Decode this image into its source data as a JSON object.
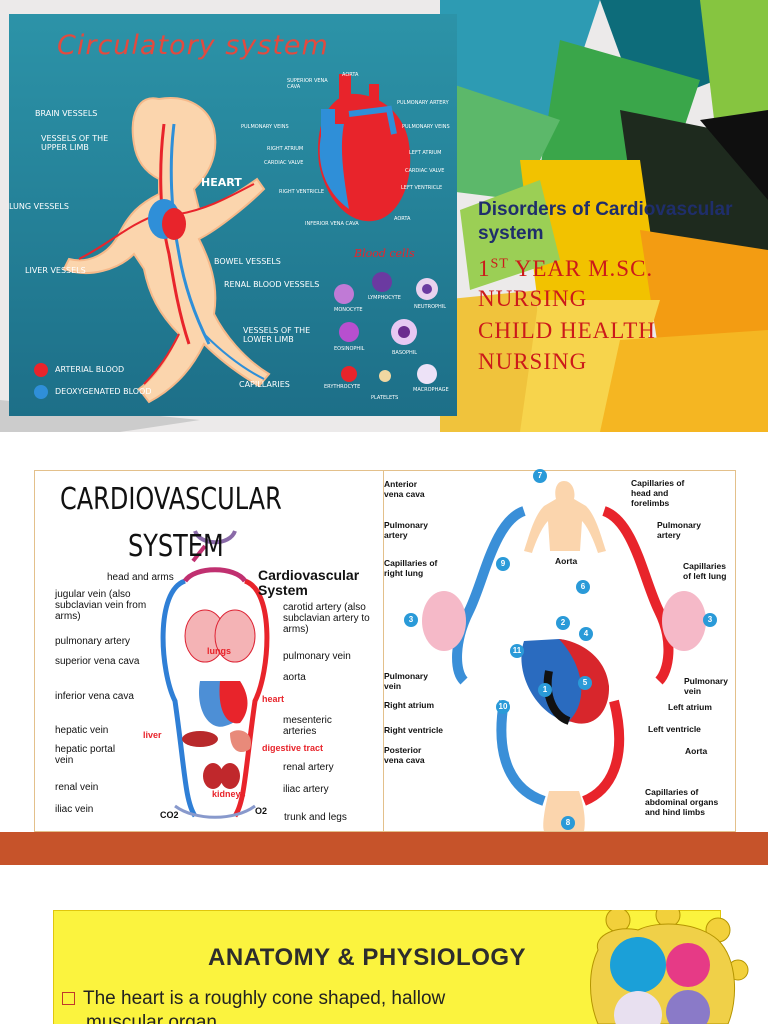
{
  "slide1": {
    "illustration": {
      "title": "Circulatory system",
      "body_labels": {
        "brain_vessels": "BRAIN VESSELS",
        "upper_limb": "VESSELS OF THE UPPER LIMB",
        "heart": "HEART",
        "lung_vessels": "LUNG VESSELS",
        "liver_vessels": "LIVER VESSELS",
        "bowel_vessels": "BOWEL VESSELS",
        "renal_vessels": "RENAL BLOOD VESSELS",
        "lower_limb": "VESSELS OF THE LOWER LIMB",
        "capillaries": "CAPILLARIES"
      },
      "legend": {
        "arterial": "ARTERIAL BLOOD",
        "deoxygenated": "DEOXYGENATED BLOOD",
        "arterial_color": "#e8242b",
        "deoxygenated_color": "#2f8fd8"
      },
      "heart_labels": {
        "aorta_top": "AORTA",
        "superior": "SUPERIOR VENA CAVA",
        "pulmonary_artery": "PULMONARY ARTERY",
        "pulmonary_veins_l": "PULMONARY VEINS",
        "pulmonary_veins_r": "PULMONARY VEINS",
        "right_atrium": "RIGHT ATRIUM",
        "cardiac_valve_l": "CARDIAC VALVE",
        "left_atrium": "LEFT ATRIUM",
        "cardiac_valve_r": "CARDIAC VALVE",
        "right_ventricle": "RIGHT VENTRICLE",
        "left_ventricle": "LEFT VENTRICLE",
        "inferior": "INFERIOR VENA CAVA",
        "aorta_bottom": "AORTA"
      },
      "blood_cells": {
        "title": "Blood cells",
        "monocyte": "MONOCYTE",
        "lymphocyte": "LYMPHOCYTE",
        "neutrophil": "NEUTROPHIL",
        "eosinophil": "EOSINOPHIL",
        "basophil": "BASOPHIL",
        "erythrocyte": "ERYTHROCYTE",
        "platelets": "PLATELETS",
        "macrophage": "MACROPHAGE"
      }
    },
    "heading": "Disorders of Cardiovascular system",
    "year_num": "1",
    "year_sup": "ST",
    "year_rest": " YEAR M.SC.",
    "line2": "NURSING",
    "line3": "CHILD HEALTH",
    "line4": "NURSING"
  },
  "slide2": {
    "left_title_1": "CARDIOVASCULAR",
    "left_title_2": "SYSTEM",
    "cv_title": "Cardiovascular System",
    "left_labels": {
      "head_arms": "head and arms",
      "jugular": "jugular vein (also subclavian vein from arms)",
      "pulmonary_artery": "pulmonary artery",
      "superior": "superior vena cava",
      "inferior": "inferior vena cava",
      "hepatic_vein": "hepatic vein",
      "hepatic_portal": "hepatic portal vein",
      "renal_vein": "renal vein",
      "iliac_vein": "iliac vein",
      "carotid": "carotid artery (also subclavian artery to arms)",
      "pulmonary_vein": "pulmonary vein",
      "aorta": "aorta",
      "mesenteric": "mesenteric arteries",
      "renal_artery": "renal artery",
      "iliac_artery": "iliac artery",
      "trunk_legs": "trunk and legs",
      "lungs": "lungs",
      "heart": "heart",
      "liver": "liver",
      "digestive": "digestive tract",
      "kidneys": "kidneys",
      "co2": "CO2",
      "o2": "O2"
    },
    "right_labels": {
      "anterior": "Anterior vena cava",
      "pulmonary_artery_l": "Pulmonary artery",
      "capillaries_right_lung": "Capillaries of right lung",
      "pulmonary_vein_l": "Pulmonary vein",
      "right_atrium": "Right atrium",
      "right_ventricle": "Right ventricle",
      "posterior": "Posterior vena cava",
      "capillaries_head": "Capillaries of head and forelimbs",
      "pulmonary_artery_r": "Pulmonary artery",
      "aorta_top": "Aorta",
      "capillaries_left_lung": "Capillaries of left lung",
      "pulmonary_vein_r": "Pulmonary vein",
      "left_atrium": "Left atrium",
      "left_ventricle": "Left ventricle",
      "aorta_bottom": "Aorta",
      "capillaries_abdominal": "Capillaries of abdominal organs and hind limbs"
    },
    "markers": [
      "7",
      "9",
      "6",
      "3",
      "3",
      "2",
      "4",
      "11",
      "5",
      "1",
      "10",
      "8"
    ],
    "bar_color": "#c6532a"
  },
  "slide3": {
    "heading": "ANATOMY & PHYSIOLOGY",
    "bullet": "The heart is a roughly cone shaped, hallow",
    "bullet_cont": "muscular organ"
  }
}
